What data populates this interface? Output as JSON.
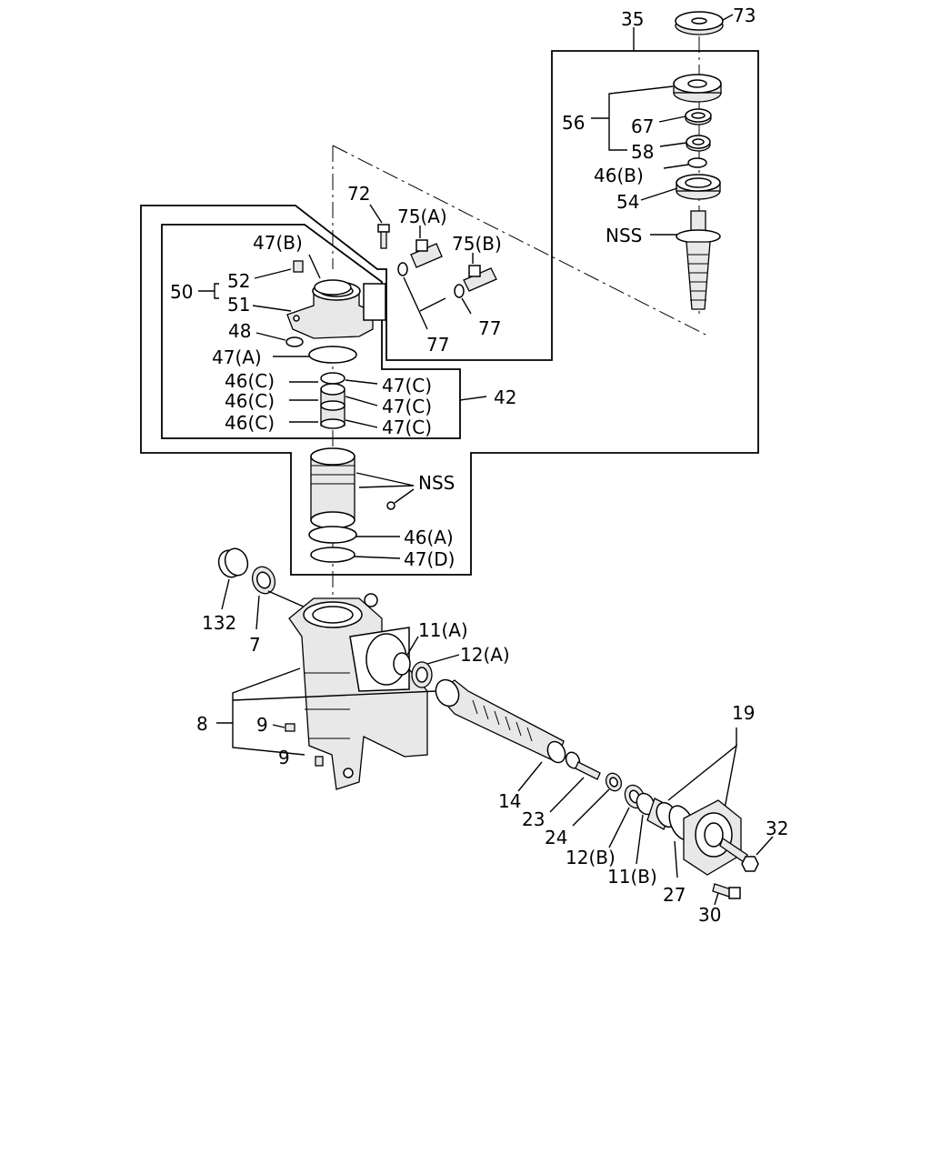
{
  "labels": {
    "l35": "35",
    "l73": "73",
    "l56": "56",
    "l67": "67",
    "l58": "58",
    "l46b_top": "46(B)",
    "l54": "54",
    "l_nss_top": "NSS",
    "l72": "72",
    "l75a": "75(A)",
    "l75b": "75(B)",
    "l47b": "47(B)",
    "l50": "50",
    "l52": "52",
    "l51": "51",
    "l48": "48",
    "l47a": "47(A)",
    "l77a": "77",
    "l77b": "77",
    "l46c1": "46(C)",
    "l46c2": "46(C)",
    "l46c3": "46(C)",
    "l47c1": "47(C)",
    "l47c2": "47(C)",
    "l47c3": "47(C)",
    "l42": "42",
    "l_nss_mid": "NSS",
    "l46a": "46(A)",
    "l47d": "47(D)",
    "l132": "132",
    "l7": "7",
    "l11a": "11(A)",
    "l12a": "12(A)",
    "l8": "8",
    "l9a": "9",
    "l9b": "9",
    "l19": "19",
    "l14": "14",
    "l23": "23",
    "l24": "24",
    "l12b": "12(B)",
    "l11b": "11(B)",
    "l27": "27",
    "l30": "30",
    "l32": "32"
  }
}
